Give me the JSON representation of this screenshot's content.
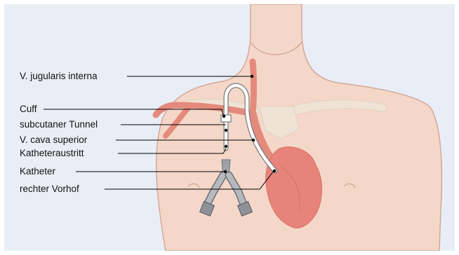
{
  "labels": {
    "jugularis": "V. jugularis interna",
    "cuff": "Cuff",
    "tunnel": "subcutaner Tunnel",
    "cava": "V. cava superior",
    "exit": "Katheteraustritt",
    "catheter": "Katheter",
    "atrium": "rechter Vorhof"
  },
  "colors": {
    "background": "#e9eef6",
    "skin": "#f4d7c8",
    "skin_outline": "#d4a898",
    "vessel": "#e48a7c",
    "heart": "#e7837a",
    "bone": "#f0e3d6",
    "catheter": "#ffffff",
    "catheter_outline": "#7a7a7a",
    "connector": "#9ea2a8",
    "leader_line": "#000000"
  }
}
